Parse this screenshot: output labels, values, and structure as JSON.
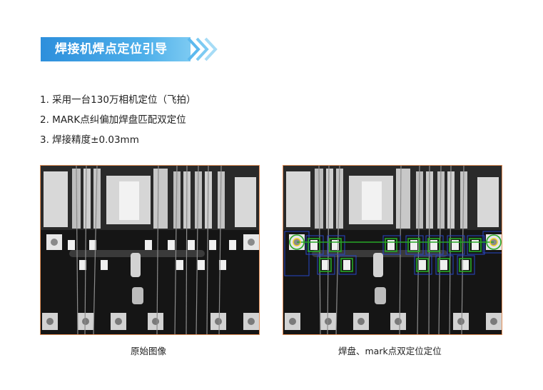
{
  "header": {
    "title": "焊接机焊点定位引导"
  },
  "items": [
    "1. 采用一台130万相机定位（飞拍）",
    "2. MARK点纠偏加焊盘匹配双定位",
    "3. 焊接精度±0.03mm"
  ],
  "images": {
    "left_caption": "原始图像",
    "right_caption": "焊盘、mark点双定位定位"
  },
  "colors": {
    "banner": "#2d8fdc",
    "chevron": "#5bb8ee",
    "photo_border": "#e3905a",
    "match_box": "#26a826",
    "search_box": "#2848c8"
  }
}
